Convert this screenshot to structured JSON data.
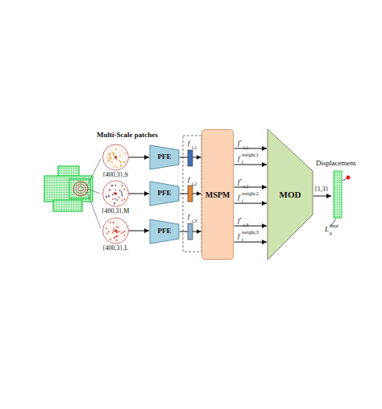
{
  "diagram": {
    "nodes": [
      {
        "text": [
          "{400,3},S"
        ]
      },
      {
        "text": [
          "{400,3},M"
        ]
      },
      {
        "text": [
          "{400,3},L"
        ]
      },
      {
        "text": [
          "PFE"
        ]
      },
      {
        "text": [
          "PFE"
        ]
      },
      {
        "text": [
          "PFE"
        ]
      },
      {
        "text": [
          "MSPM"
        ]
      },
      {
        "text": [
          "MOD"
        ]
      }
    ],
    "edges": [
      {
        "from": 0,
        "to": 3,
        "arrow": "to"
      },
      {
        "from": 1,
        "to": 4,
        "arrow": "to"
      },
      {
        "from": 2,
        "to": 5,
        "arrow": "to"
      },
      {
        "from": 3,
        "to": 6,
        "arrow": "to"
      },
      {
        "from": 4,
        "to": 6,
        "arrow": "to"
      },
      {
        "from": 5,
        "to": 6,
        "arrow": "to"
      },
      {
        "from": 6,
        "to": 7,
        "arrow": "to"
      },
      {
        "from": 6,
        "to": 7,
        "arrow": "to"
      },
      {
        "from": 6,
        "to": 7,
        "arrow": "to"
      },
      {
        "from": 6,
        "to": 7,
        "arrow": "to"
      },
      {
        "from": 6,
        "to": 7,
        "arrow": "to"
      },
      {
        "from": 6,
        "to": 7,
        "arrow": "to"
      }
    ],
    "labels": [
      "Multi-Scale patches",
      "f",
      "i,1",
      "f",
      "i,2",
      "f",
      "i,3",
      "f′",
      "i,1",
      "f",
      "weight,1",
      "i",
      "f′",
      "i,2",
      "f",
      "weight,2",
      "i",
      "f′",
      "i,3",
      "f",
      "weight,3",
      "i",
      "Displacement",
      "{1,3}",
      "L",
      "final",
      "p"
    ]
  }
}
